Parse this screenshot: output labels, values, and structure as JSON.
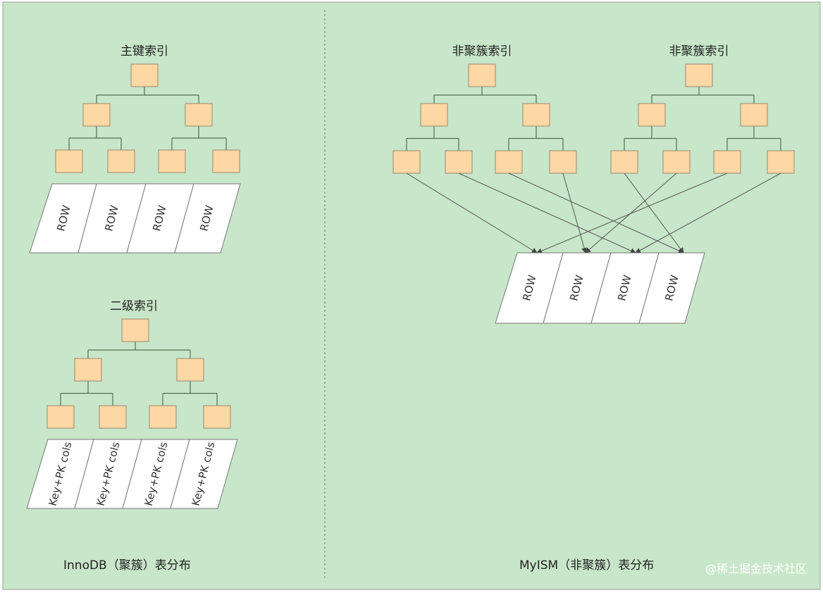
{
  "innodb": {
    "primary_title": "主键索引",
    "primary_rows": [
      "ROW",
      "ROW",
      "ROW",
      "ROW"
    ],
    "secondary_title": "二级索引",
    "secondary_rows": [
      "Key+PK cols",
      "Key+PK cols",
      "Key+PK cols",
      "Key+PK cols"
    ],
    "caption": "InnoDB（聚簇）表分布"
  },
  "myisam": {
    "left_title": "非聚簇索引",
    "right_title": "非聚簇索引",
    "rows": [
      "ROW",
      "ROW",
      "ROW",
      "ROW"
    ],
    "caption": "MyISM（非聚簇）表分布"
  },
  "watermark": "@稀土掘金技术社区",
  "colors": {
    "panel_bg": "#c8e6c9",
    "node_fill": "#fdd7a4",
    "edge": "#4f6f4f"
  }
}
